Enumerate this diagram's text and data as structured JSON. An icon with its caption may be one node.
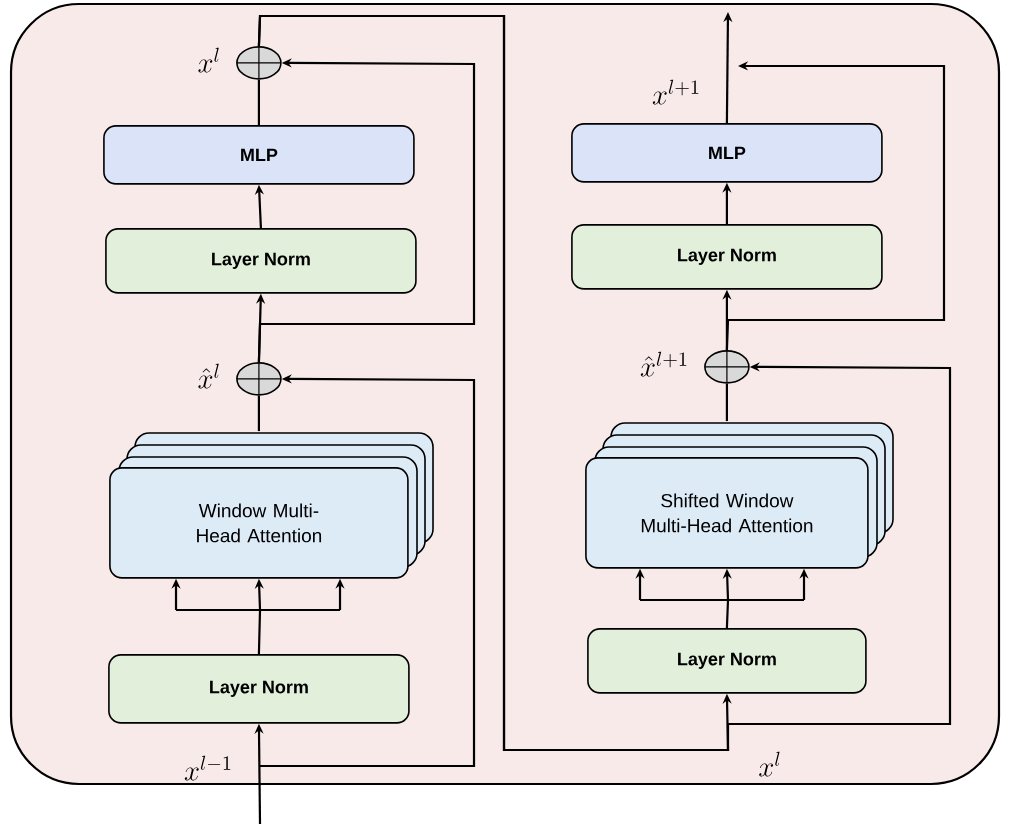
{
  "diagram": {
    "nodes": [
      {
        "text": [],
        "shape": "box"
      },
      {
        "text": [],
        "shape": "circle",
        "in": 0,
        "beside": [
          "x^{l}"
        ]
      },
      {
        "text": [
          "MLP"
        ],
        "in": 0
      },
      {
        "text": [
          "Layer Norm"
        ],
        "in": 0
      },
      {
        "text": [],
        "shape": "circle",
        "in": 0,
        "beside": [
          "\\hat{x}^{l}"
        ]
      },
      {
        "text": [
          "Window Multi-Head Attention"
        ],
        "in": 0
      },
      {
        "text": [
          "Layer Norm"
        ],
        "in": 0
      },
      {
        "text": [
          "MLP"
        ],
        "in": 0
      },
      {
        "text": [
          "Layer Norm"
        ],
        "in": 0
      },
      {
        "text": [],
        "shape": "circle",
        "in": 0,
        "beside": [
          "\\hat{x}^{l+1}"
        ]
      },
      {
        "text": [
          "Shifted Window Multi-Head Attention"
        ],
        "in": 0
      },
      {
        "text": [
          "Layer Norm"
        ],
        "in": 0
      }
    ],
    "edges": [
      {
        "from": null,
        "to": 6,
        "arrow": "to"
      },
      {
        "from": 6,
        "to": 5,
        "arrow": "to"
      },
      {
        "from": 5,
        "to": 4,
        "arrow": "none"
      },
      {
        "from": null,
        "to": 4,
        "arrow": "to"
      },
      {
        "from": 4,
        "to": 3,
        "arrow": "to"
      },
      {
        "from": 4,
        "to": 1,
        "arrow": "to"
      },
      {
        "from": 3,
        "to": 2,
        "arrow": "to"
      },
      {
        "from": 2,
        "to": 1,
        "arrow": "none"
      },
      {
        "from": 1,
        "to": 11,
        "arrow": "to"
      },
      {
        "from": 11,
        "to": 10,
        "arrow": "to"
      },
      {
        "from": 10,
        "to": 9,
        "arrow": "none"
      },
      {
        "from": 1,
        "to": 9,
        "arrow": "to"
      },
      {
        "from": 9,
        "to": 8,
        "arrow": "to"
      },
      {
        "from": 9,
        "to": null,
        "arrow": "to"
      },
      {
        "from": 8,
        "to": 7,
        "arrow": "to"
      },
      {
        "from": 7,
        "to": null,
        "arrow": "to"
      }
    ],
    "labels": [
      "x^{l+1}",
      "x^{l-1}",
      "x^{l}"
    ]
  }
}
